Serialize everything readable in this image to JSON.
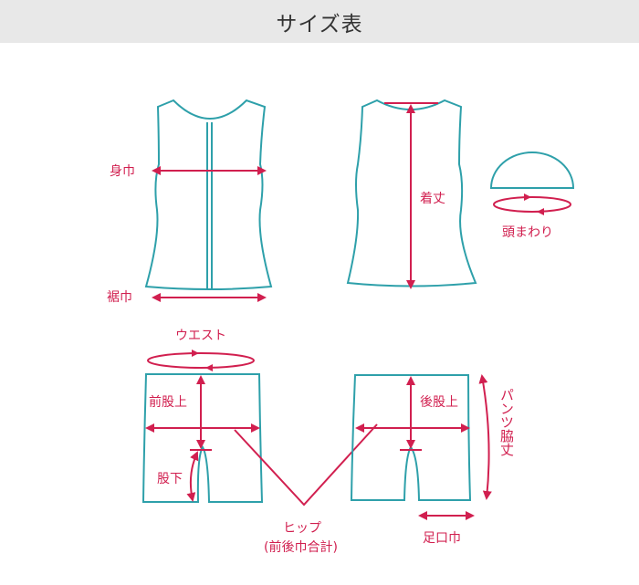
{
  "header": {
    "title": "サイズ表"
  },
  "colors": {
    "garment_outline": "#2ea0aa",
    "measurement": "#d11f4f",
    "header_bg": "#e8e8e8"
  },
  "labels": {
    "body_width": "身巾",
    "hem_width": "裾巾",
    "length": "着丈",
    "head_circumference": "頭まわり",
    "waist": "ウエスト",
    "front_rise": "前股上",
    "inseam": "股下",
    "back_rise": "後股上",
    "pants_side_length": "パンツ脇丈",
    "leg_opening": "足口巾",
    "hip": "ヒップ",
    "hip_note": "(前後巾合計)"
  },
  "figures": [
    "top-front",
    "top-back",
    "cap",
    "shorts-front",
    "shorts-back"
  ]
}
